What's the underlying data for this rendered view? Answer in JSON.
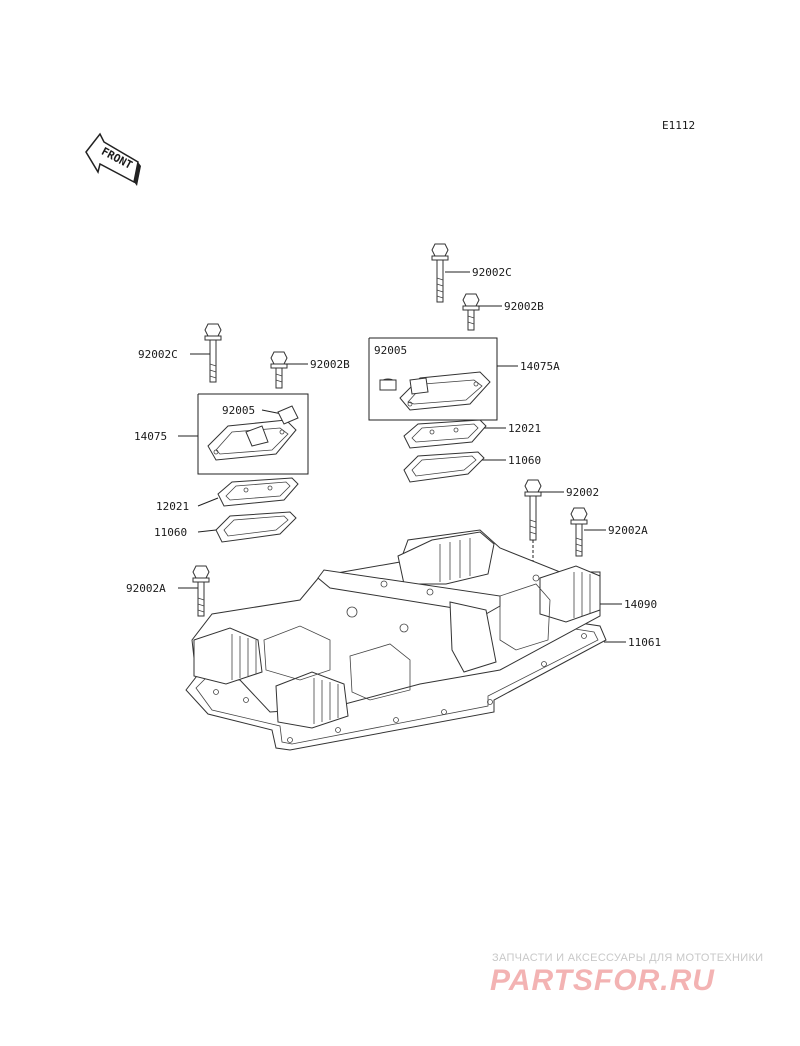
{
  "diagram_code": "E1112",
  "front_marker": "FRONT",
  "callouts": {
    "c92002C_right": "92002C",
    "c92002B_right": "92002B",
    "c92005_right": "92005",
    "c14075A": "14075A",
    "c12021_right": "12021",
    "c11060_right": "11060",
    "c92002C_left": "92002C",
    "c92002B_left": "92002B",
    "c92005_left": "92005",
    "c14075": "14075",
    "c12021_left": "12021",
    "c11060_left": "11060",
    "c92002": "92002",
    "c92002A_right": "92002A",
    "c92002A_left": "92002A",
    "c14090": "14090",
    "c11061": "11061"
  },
  "watermark": {
    "tagline": "ЗАПЧАСТИ И АКСЕССУАРЫ ДЛЯ МОТОТЕХНИКИ",
    "logo": "PARTSFOR.RU"
  }
}
